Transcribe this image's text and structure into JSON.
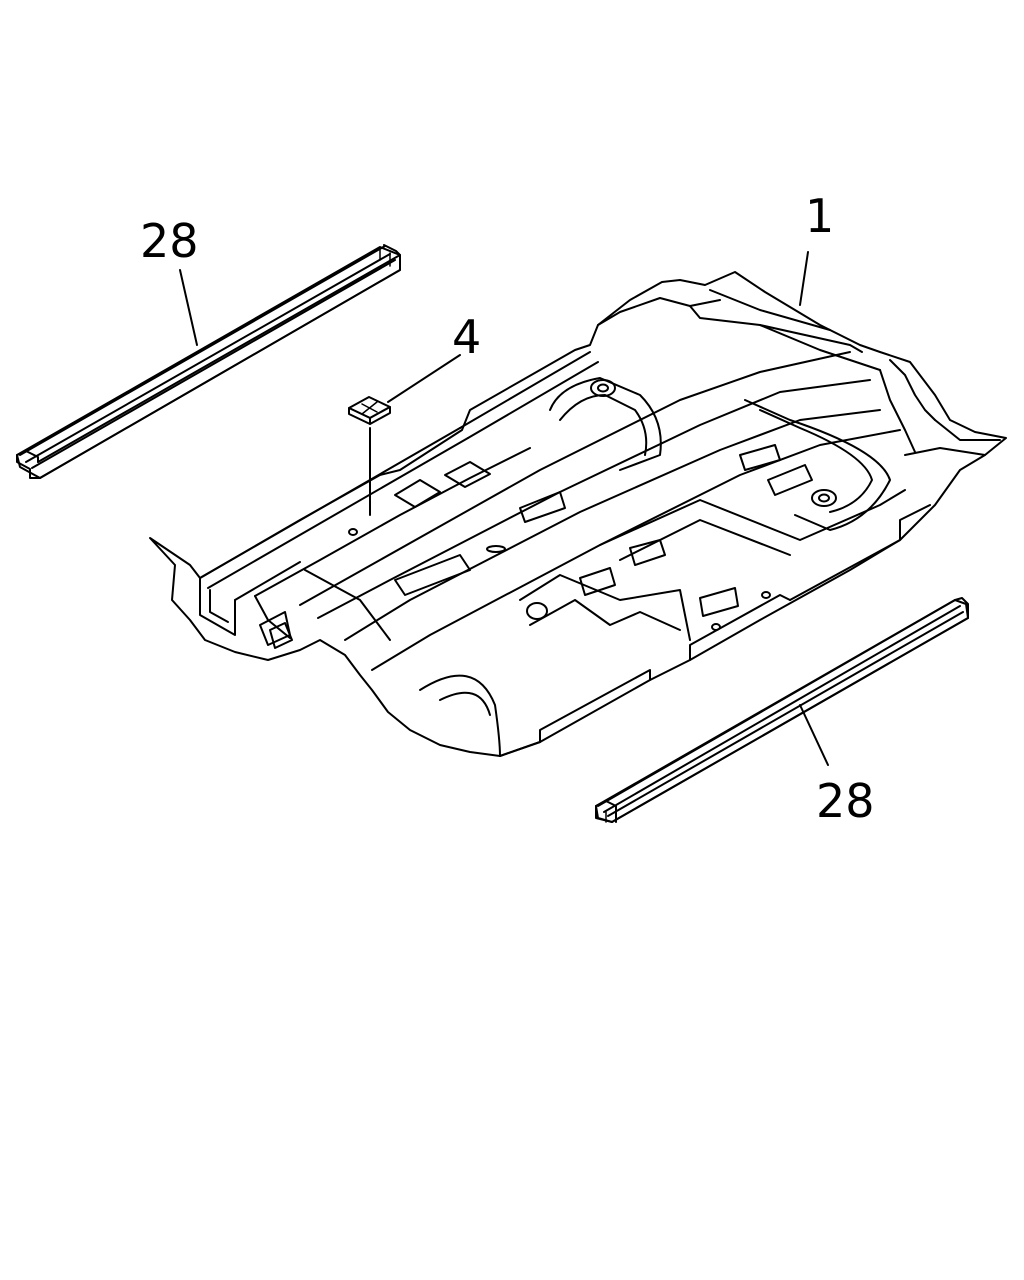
{
  "callouts": {
    "floor_panel": "1",
    "pad": "4",
    "sill_left": "28",
    "sill_right": "28"
  }
}
